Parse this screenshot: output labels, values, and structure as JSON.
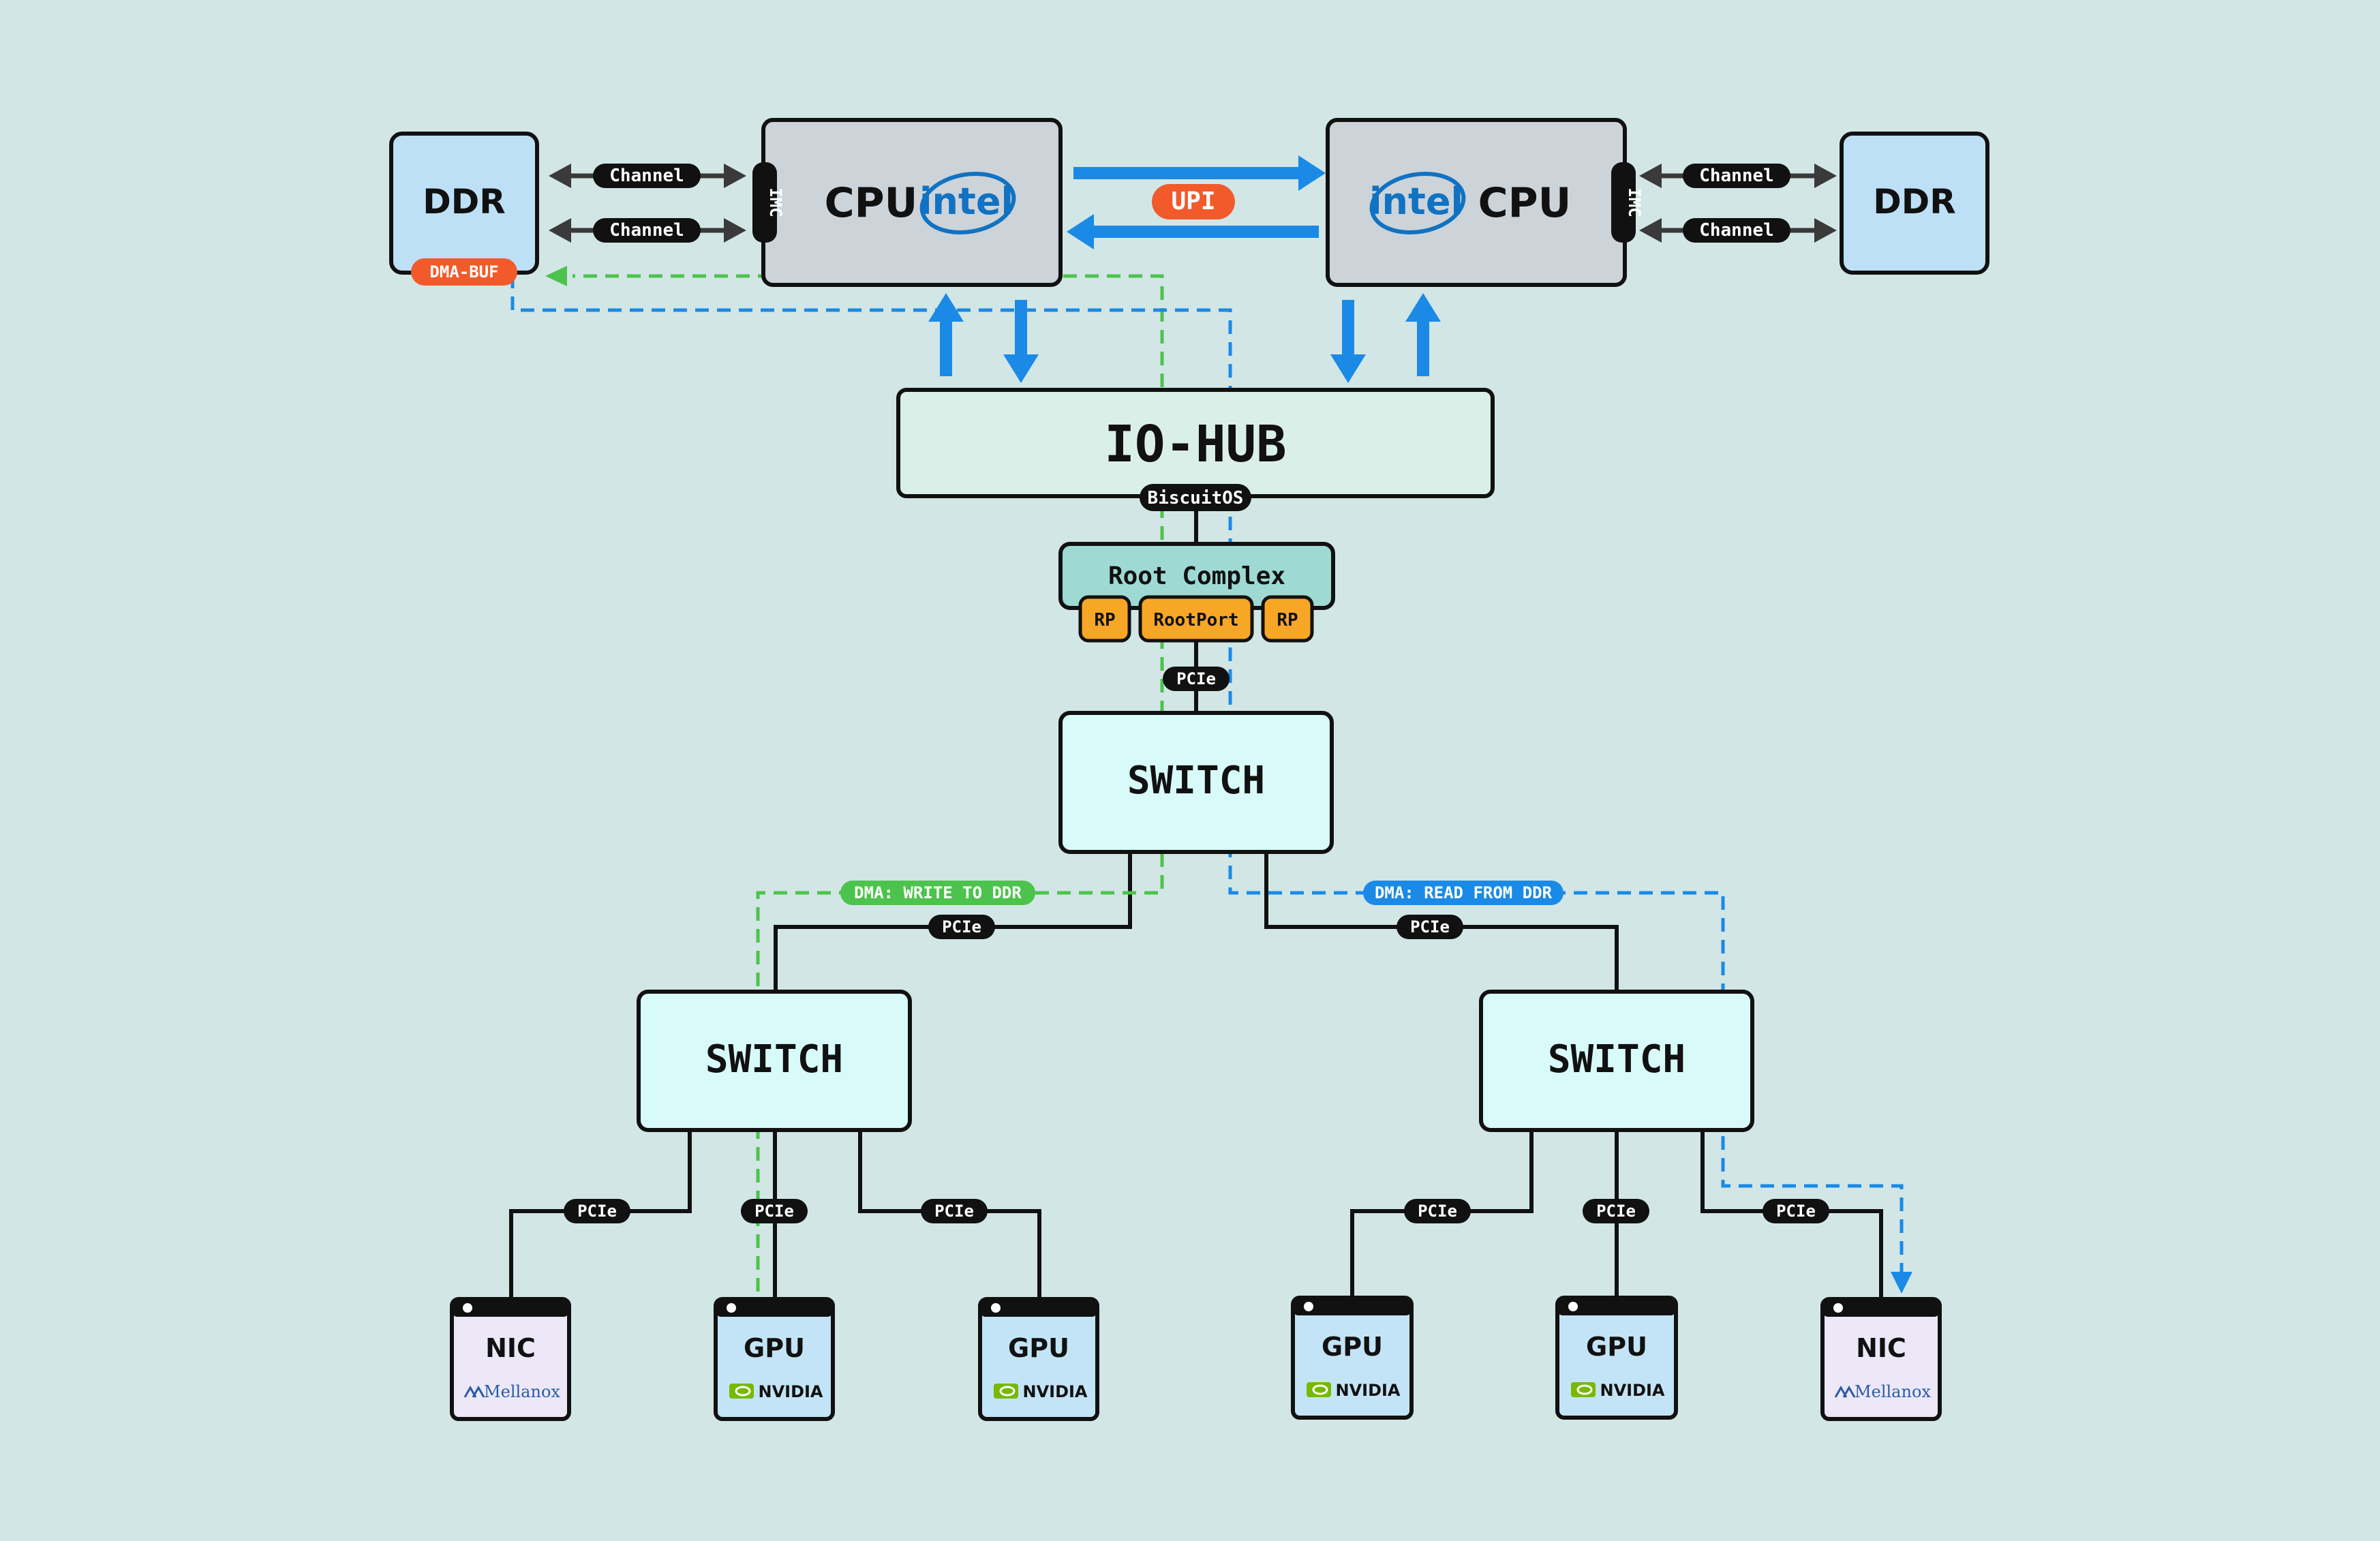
{
  "colors": {
    "background": "#d2e6e6",
    "cpu_fill": "#ccd3d9",
    "ddr_fill": "#bde0f7",
    "io_hub_fill": "#daefe8",
    "root_complex_fill": "#9fd9d4",
    "switch_fill": "#d8faf8",
    "root_port_fill": "#f7a626",
    "upi_badge": "#f25a2b",
    "dma_buf_badge": "#f25a2b",
    "bus_arrow_blue": "#1a8ae6",
    "dma_write_green": "#4cc34c",
    "dma_read_blue": "#1a8ae6",
    "intel_blue": "#1072c2",
    "nvidia_green": "#76b900",
    "mellanox_blue": "#2a5aa8",
    "gpu_fill": "#c2e4f6",
    "nic_fill": "#ece8f8"
  },
  "cpus": [
    {
      "label": "CPU",
      "brand": "intel",
      "imc_label": "IMC",
      "brand_icon": "intel-logo-icon"
    },
    {
      "label": "CPU",
      "brand": "intel",
      "imc_label": "IMC",
      "brand_icon": "intel-logo-icon"
    }
  ],
  "ddrs": [
    {
      "label": "DDR",
      "badge": "DMA-BUF"
    },
    {
      "label": "DDR"
    }
  ],
  "channels": [
    "Channel",
    "Channel",
    "Channel",
    "Channel"
  ],
  "upi_label": "UPI",
  "io_hub": {
    "label": "IO-HUB",
    "badge": "BiscuitOS"
  },
  "root_complex": {
    "label": "Root Complex",
    "ports": [
      "RP",
      "RootPort",
      "RP"
    ]
  },
  "pcie_label": "PCIe",
  "switches": {
    "top": "SWITCH",
    "left": "SWITCH",
    "right": "SWITCH"
  },
  "dma_labels": {
    "write": "DMA: WRITE TO DDR",
    "read": "DMA: READ FROM DDR"
  },
  "devices": [
    {
      "label": "NIC",
      "brand": "Mellanox",
      "icon": "mellanox-logo-icon"
    },
    {
      "label": "GPU",
      "brand": "NVIDIA",
      "icon": "nvidia-logo-icon"
    },
    {
      "label": "GPU",
      "brand": "NVIDIA",
      "icon": "nvidia-logo-icon"
    },
    {
      "label": "GPU",
      "brand": "NVIDIA",
      "icon": "nvidia-logo-icon"
    },
    {
      "label": "GPU",
      "brand": "NVIDIA",
      "icon": "nvidia-logo-icon"
    },
    {
      "label": "NIC",
      "brand": "Mellanox",
      "icon": "mellanox-logo-icon"
    }
  ]
}
